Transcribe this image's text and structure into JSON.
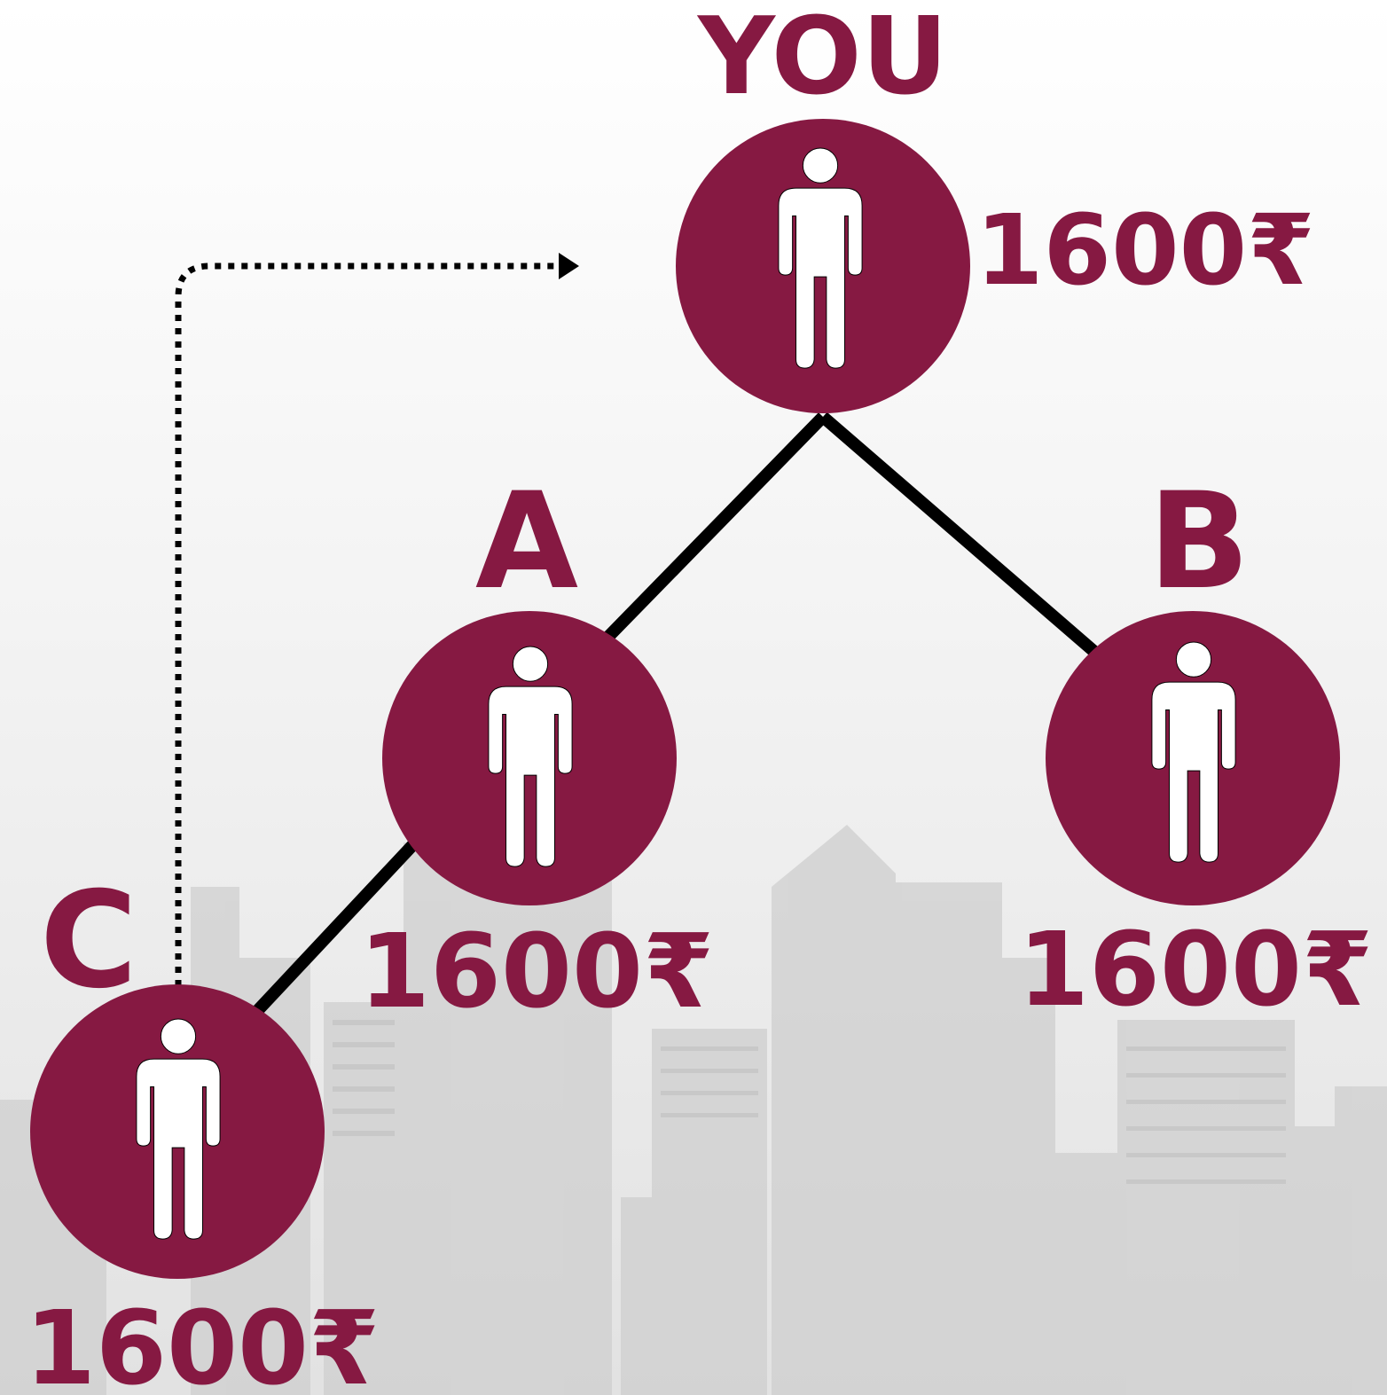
{
  "colors": {
    "node_fill": "#861942",
    "text": "#861942",
    "connector": "#000000",
    "background_top": "#ffffff",
    "background_bottom": "#e4e4e4",
    "person_icon": "#ffffff"
  },
  "nodes": {
    "you": {
      "label": "YOU",
      "amount": "1600₹",
      "icon": "person-icon"
    },
    "a": {
      "label": "A",
      "amount": "1600₹",
      "icon": "person-icon"
    },
    "b": {
      "label": "B",
      "amount": "1600₹",
      "icon": "person-icon"
    },
    "c": {
      "label": "C",
      "amount": "1600₹",
      "icon": "person-icon"
    }
  },
  "edges": [
    {
      "from": "you",
      "to": "a",
      "style": "solid"
    },
    {
      "from": "you",
      "to": "b",
      "style": "solid"
    },
    {
      "from": "a",
      "to": "c",
      "style": "solid"
    },
    {
      "from": "c",
      "to": "you",
      "style": "dotted-arrow"
    }
  ],
  "background": {
    "description_icon": "city-skyline-icon"
  }
}
